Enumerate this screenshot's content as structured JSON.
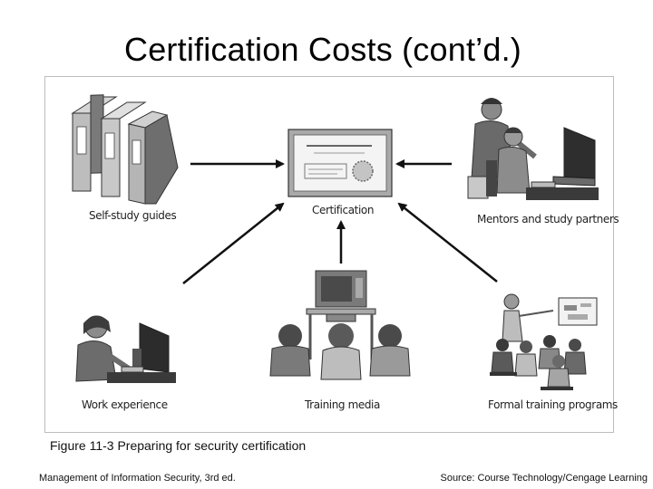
{
  "slide": {
    "title": "Certification Costs (cont’d.)",
    "caption": "Figure 11-3 Preparing for security certification",
    "footer_left": "Management of Information Security, 3rd ed.",
    "footer_right": "Source: Course Technology/Cengage Learning"
  },
  "diagram": {
    "center": {
      "label": "Certification",
      "icon": "certificate-icon"
    },
    "sources": [
      {
        "label": "Self-study guides",
        "icon": "books-icon"
      },
      {
        "label": "Mentors and study partners",
        "icon": "mentor-icon"
      },
      {
        "label": "Work experience",
        "icon": "worker-at-computer-icon"
      },
      {
        "label": "Training media",
        "icon": "classroom-tv-icon"
      },
      {
        "label": "Formal training programs",
        "icon": "instructor-class-icon"
      }
    ]
  },
  "colors": {
    "ink": "#1a1a1a",
    "gray_dark": "#555555",
    "gray_mid": "#8a8a8a",
    "gray_light": "#cfcfcf"
  }
}
